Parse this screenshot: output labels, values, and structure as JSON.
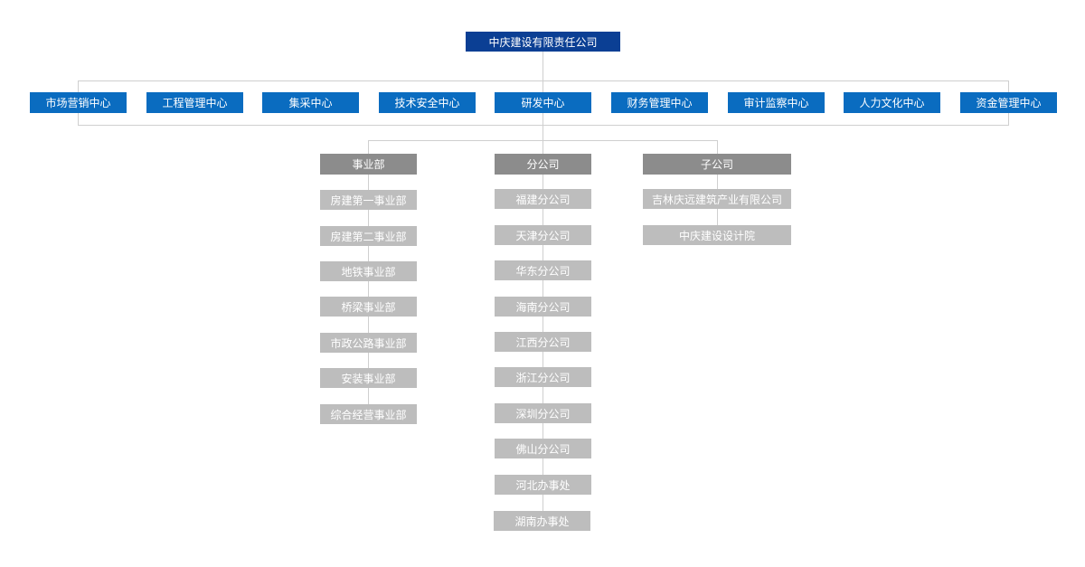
{
  "root": {
    "label": "中庆建设有限责任公司"
  },
  "centers": [
    {
      "label": "市场营销中心"
    },
    {
      "label": "工程管理中心"
    },
    {
      "label": "集采中心"
    },
    {
      "label": "技术安全中心"
    },
    {
      "label": "研发中心"
    },
    {
      "label": "财务管理中心"
    },
    {
      "label": "审计监察中心"
    },
    {
      "label": "人力文化中心"
    },
    {
      "label": "资金管理中心"
    }
  ],
  "groups": [
    {
      "label": "事业部",
      "items": [
        {
          "label": "房建第一事业部"
        },
        {
          "label": "房建第二事业部"
        },
        {
          "label": "地铁事业部"
        },
        {
          "label": "桥梁事业部"
        },
        {
          "label": "市政公路事业部"
        },
        {
          "label": "安装事业部"
        },
        {
          "label": "综合经营事业部"
        }
      ]
    },
    {
      "label": "分公司",
      "items": [
        {
          "label": "福建分公司"
        },
        {
          "label": "天津分公司"
        },
        {
          "label": "华东分公司"
        },
        {
          "label": "海南分公司"
        },
        {
          "label": "江西分公司"
        },
        {
          "label": "浙江分公司"
        },
        {
          "label": "深圳分公司"
        },
        {
          "label": "佛山分公司"
        },
        {
          "label": "河北办事处"
        },
        {
          "label": "湖南办事处"
        }
      ]
    },
    {
      "label": "子公司",
      "items": [
        {
          "label": "吉林庆远建筑产业有限公司"
        },
        {
          "label": "中庆建设设计院"
        }
      ]
    }
  ],
  "colors": {
    "root": "#0b3f94",
    "center": "#0a6cc0",
    "group": "#8c8c8c",
    "unit": "#bdbdbd",
    "line": "#cfcfcf"
  }
}
